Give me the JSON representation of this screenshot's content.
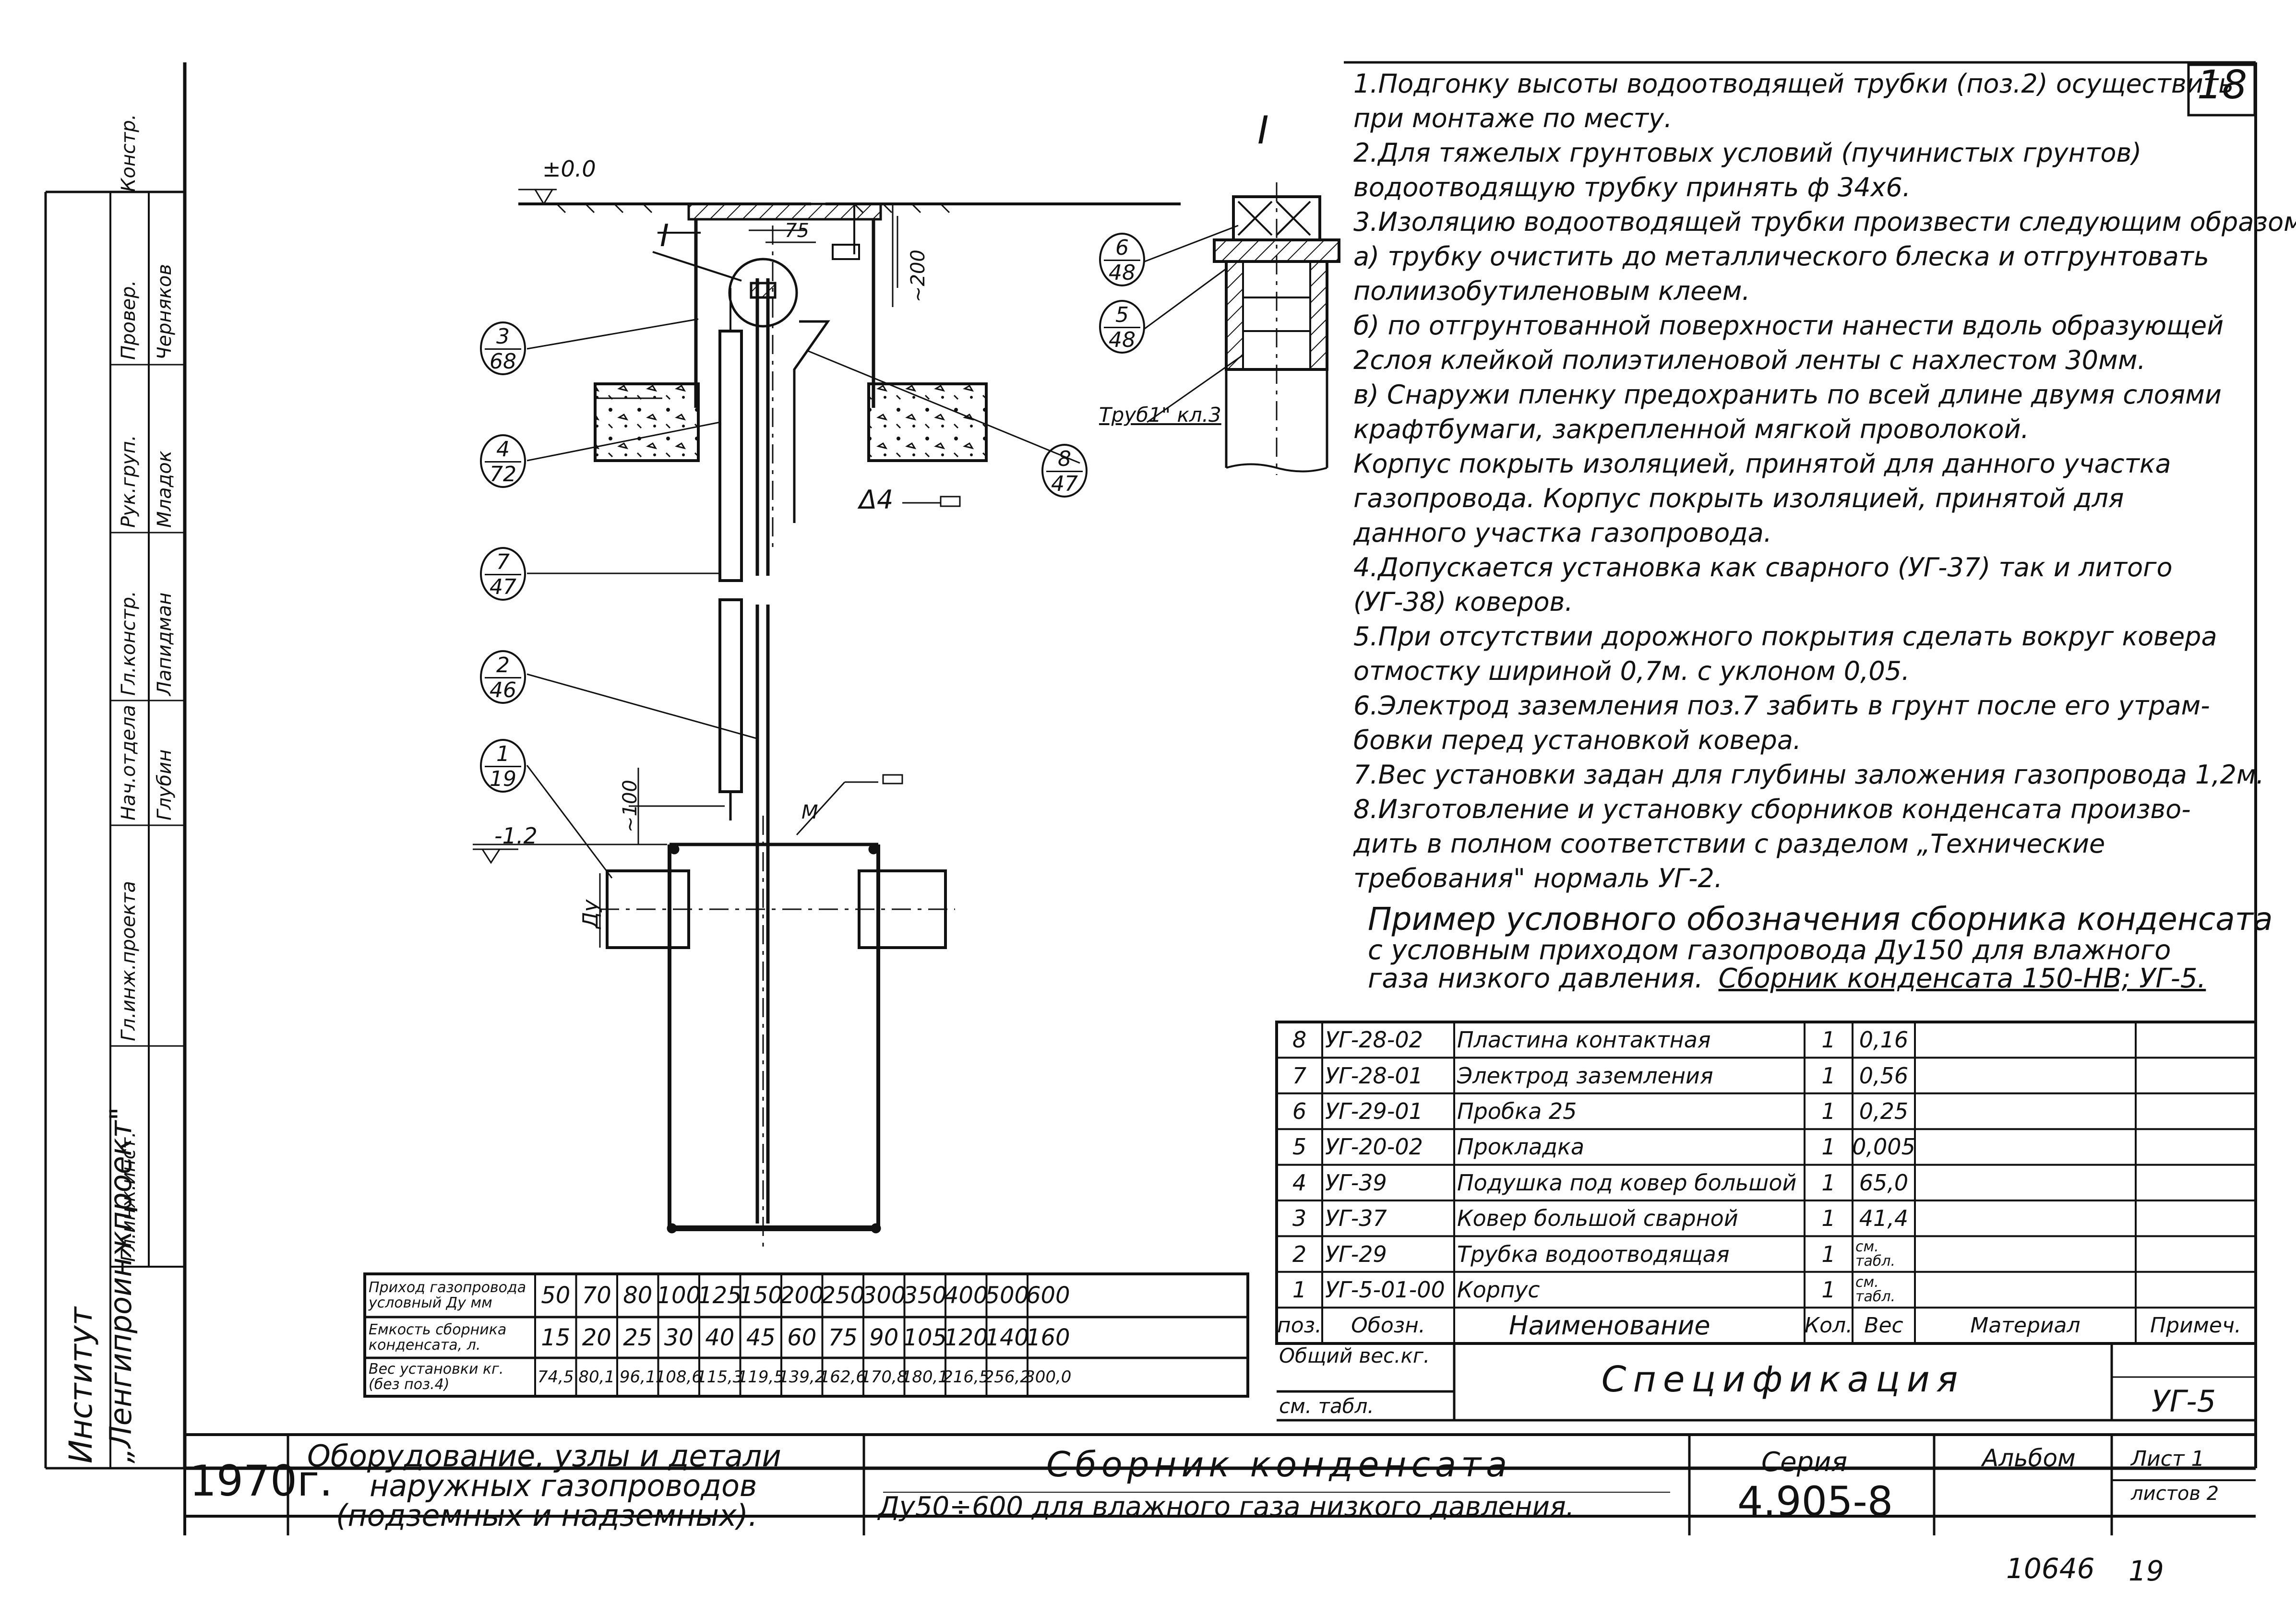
{
  "sheet_number": "18",
  "detail_marker": "I",
  "section_label": "I",
  "level_top": "±0.0",
  "level_bottom": "-1.2",
  "dims": {
    "d75": "75",
    "d200": "~200",
    "d100": "~100",
    "dn": "Ду",
    "weld": "Δ4",
    "m": "M"
  },
  "pipe_note": "Труб1\" кл.3",
  "balloons": [
    {
      "top": "3",
      "bot": "68"
    },
    {
      "top": "4",
      "bot": "72"
    },
    {
      "top": "7",
      "bot": "47"
    },
    {
      "top": "2",
      "bot": "46"
    },
    {
      "top": "1",
      "bot": "19"
    },
    {
      "top": "8",
      "bot": "47"
    },
    {
      "top": "6",
      "bot": "48"
    },
    {
      "top": "5",
      "bot": "48"
    }
  ],
  "notes": [
    "1.Подгонку высоты водоотводящей трубки (поз.2) осуществить",
    "при монтаже по месту.",
    "2.Для тяжелых грунтовых условий (пучинистых грунтов)",
    "водоотводящую трубку принять ф 34х6.",
    "3.Изоляцию водоотводящей трубки произвести следующим образом:",
    "а) трубку очистить до металлического блеска и отгрунтовать",
    "полиизобутиленовым клеем.",
    "б) по отгрунтованной поверхности нанести вдоль образующей",
    "2слоя клейкой полиэтиленовой ленты с нахлестом 30мм.",
    "в) Снаружи пленку предохранить по всей длине двумя слоями",
    "крафтбумаги, закрепленной мягкой проволокой.",
    "Корпус покрыть изоляцией, принятой для данного участка",
    "газопровода. Корпус покрыть изоляцией, принятой для",
    "данного участка газопровода.",
    "4.Допускается установка как сварного (УГ-37) так и литого",
    "(УГ-38) коверов.",
    "5.При отсутствии дорожного покрытия сделать вокруг ковера",
    "отмостку шириной 0,7м. с уклоном 0,05.",
    "6.Электрод заземления поз.7 забить в грунт после его утрам-",
    "бовки перед установкой ковера.",
    "7.Вес установки задан для глубины заложения газопровода 1,2м.",
    "8.Изготовление и установку сборников конденсата произво-",
    "дить в полном соответствии с разделом „Технические",
    "требования\" нормаль УГ-2."
  ],
  "example": {
    "line1": "Пример условного обозначения сборника конденсата",
    "line2": "с условным приходом газопровода Ду150 для влажного",
    "line3": "газа низкого давления.",
    "designation": "Сборник конденсата 150-НВ; УГ-5."
  },
  "spec": {
    "rows": [
      {
        "pos": "8",
        "code": "УГ-28-02",
        "name": "Пластина контактная",
        "qty": "1",
        "weight": "0,16",
        "material": "",
        "note": ""
      },
      {
        "pos": "7",
        "code": "УГ-28-01",
        "name": "Электрод заземления",
        "qty": "1",
        "weight": "0,56",
        "material": "",
        "note": ""
      },
      {
        "pos": "6",
        "code": "УГ-29-01",
        "name": "Пробка 25",
        "qty": "1",
        "weight": "0,25",
        "material": "",
        "note": ""
      },
      {
        "pos": "5",
        "code": "УГ-20-02",
        "name": "Прокладка",
        "qty": "1",
        "weight": "0,005",
        "material": "",
        "note": ""
      },
      {
        "pos": "4",
        "code": "УГ-39",
        "name": "Подушка под ковер большой",
        "qty": "1",
        "weight": "65,0",
        "material": "",
        "note": ""
      },
      {
        "pos": "3",
        "code": "УГ-37",
        "name": "Ковер большой сварной",
        "qty": "1",
        "weight": "41,4",
        "material": "",
        "note": ""
      },
      {
        "pos": "2",
        "code": "УГ-29",
        "name": "Трубка водоотводящая",
        "qty": "1",
        "weight": "см. табл.",
        "material": "",
        "note": ""
      },
      {
        "pos": "1",
        "code": "УГ-5-01-00",
        "name": "Корпус",
        "qty": "1",
        "weight": "см. табл.",
        "material": "",
        "note": ""
      }
    ],
    "header": {
      "pos": "поз.",
      "code": "Обозн.",
      "name": "Наименование",
      "qty": "Кол.",
      "weight": "Вес",
      "material": "Материал",
      "note": "Примеч."
    },
    "total_label_1": "Общий вес.кг.",
    "total_label_2": "см. табл.",
    "title": "Спецификация",
    "code": "УГ-5"
  },
  "dn_table": {
    "row_labels": [
      "Приход газопровода условный Ду мм",
      "Емкость сборника конденсата, л.",
      "Вес установки кг. (без поз.4)"
    ],
    "dn": [
      "50",
      "70",
      "80",
      "100",
      "125",
      "150",
      "200",
      "250",
      "300",
      "350",
      "400",
      "500",
      "600"
    ],
    "capacity": [
      "15",
      "20",
      "25",
      "30",
      "40",
      "45",
      "60",
      "75",
      "90",
      "105",
      "120",
      "140",
      "160"
    ],
    "weight": [
      "74,5",
      "80,1",
      "96,1",
      "108,6",
      "115,3",
      "119,5",
      "139,2",
      "162,6",
      "170,8",
      "180,1",
      "216,5",
      "256,2",
      "300,0"
    ]
  },
  "title_block": {
    "year": "1970г.",
    "subject_1": "Оборудование, узлы и детали",
    "subject_2": "наружных газопроводов",
    "subject_3": "(подземных и надземных).",
    "title_1": "Сборник конденсата",
    "title_2": "Ду50÷600 для влажного газа низкого давления.",
    "series_label": "Серия",
    "series": "4.905-8",
    "album": "Альбом",
    "sheet_label": "Лист 1",
    "sheets_label": "листов 2",
    "institute_1": "Институт",
    "institute_2": "„Ленгипроинжпроект\"",
    "roles": [
      "Гл.инж.инст.",
      "Гл.инж.проекта",
      "Нач.отдела",
      "Гл.констр.",
      "Глубин",
      "Лапидман",
      "Младок",
      "Черняков",
      "Рук.груп.",
      "Провер.",
      "Констр."
    ]
  },
  "archive": {
    "num1": "10646",
    "num2": "19"
  }
}
